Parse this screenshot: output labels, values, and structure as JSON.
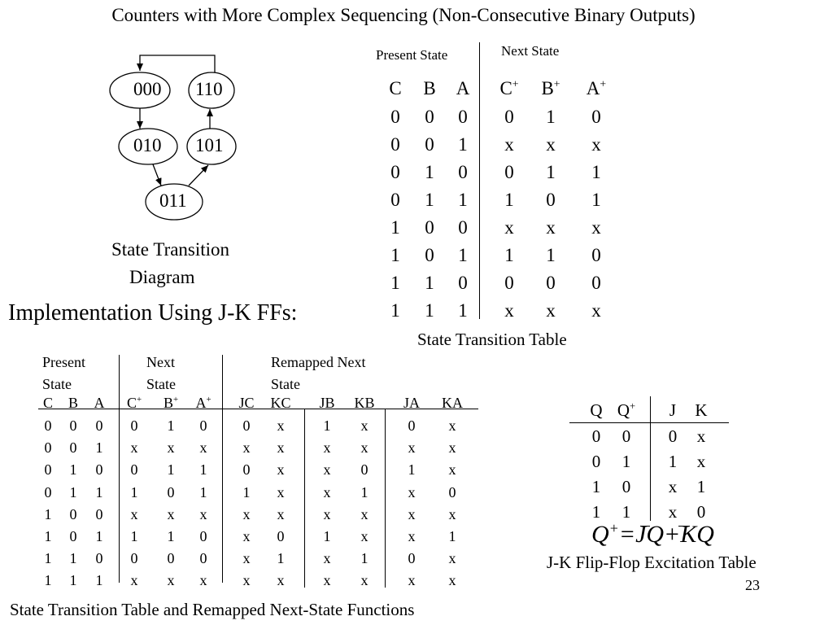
{
  "title": "Counters with More Complex Sequencing (Non-Consecutive Binary Outputs)",
  "diagram": {
    "states": [
      "000",
      "110",
      "010",
      "101",
      "011"
    ],
    "caption_line1": "State Transition",
    "caption_line2": "Diagram"
  },
  "table1": {
    "present_label": "Present  State",
    "next_label": "Next State",
    "columns": [
      "C",
      "B",
      "A",
      "C",
      "B",
      "A"
    ],
    "sup": "+",
    "rows": [
      [
        "0",
        "0",
        "0",
        "0",
        "1",
        "0"
      ],
      [
        "0",
        "0",
        "1",
        "x",
        "x",
        "x"
      ],
      [
        "0",
        "1",
        "0",
        "0",
        "1",
        "1"
      ],
      [
        "0",
        "1",
        "1",
        "1",
        "0",
        "1"
      ],
      [
        "1",
        "0",
        "0",
        "x",
        "x",
        "x"
      ],
      [
        "1",
        "0",
        "1",
        "1",
        "1",
        "0"
      ],
      [
        "1",
        "1",
        "0",
        "0",
        "0",
        "0"
      ],
      [
        "1",
        "1",
        "1",
        "x",
        "x",
        "x"
      ]
    ],
    "caption": "State Transition Table"
  },
  "implementation_heading": "Implementation Using J-K FFs:",
  "table2": {
    "header_present_1": "Present",
    "header_present_2": "State",
    "header_next_1": "Next",
    "header_next_2": "State",
    "header_remap_1": "Remapped Next",
    "header_remap_2": "State",
    "columns": [
      "C",
      "B",
      "A",
      "C",
      "B",
      "A",
      "JC",
      "KC",
      "JB",
      "KB",
      "JA",
      "KA"
    ],
    "sup": "+",
    "rows": [
      [
        "0",
        "0",
        "0",
        "0",
        "1",
        "0",
        "0",
        "x",
        "1",
        "x",
        "0",
        "x"
      ],
      [
        "0",
        "0",
        "1",
        "x",
        "x",
        "x",
        "x",
        "x",
        "x",
        "x",
        "x",
        "x"
      ],
      [
        "0",
        "1",
        "0",
        "0",
        "1",
        "1",
        "0",
        "x",
        "x",
        "0",
        "1",
        "x"
      ],
      [
        "0",
        "1",
        "1",
        "1",
        "0",
        "1",
        "1",
        "x",
        "x",
        "1",
        "x",
        "0"
      ],
      [
        "1",
        "0",
        "0",
        "x",
        "x",
        "x",
        "x",
        "x",
        "x",
        "x",
        "x",
        "x"
      ],
      [
        "1",
        "0",
        "1",
        "1",
        "1",
        "0",
        "x",
        "0",
        "1",
        "x",
        "x",
        "1"
      ],
      [
        "1",
        "1",
        "0",
        "0",
        "0",
        "0",
        "x",
        "1",
        "x",
        "1",
        "0",
        "x"
      ],
      [
        "1",
        "1",
        "1",
        "x",
        "x",
        "x",
        "x",
        "x",
        "x",
        "x",
        "x",
        "x"
      ]
    ],
    "caption": "State Transition Table and Remapped Next-State Functions"
  },
  "table3": {
    "columns": [
      "Q",
      "Q",
      "J",
      "K"
    ],
    "sup": "+",
    "rows": [
      [
        "0",
        "0",
        "0",
        "x"
      ],
      [
        "0",
        "1",
        "1",
        "x"
      ],
      [
        "1",
        "0",
        "x",
        "1"
      ],
      [
        "1",
        "1",
        "x",
        "0"
      ]
    ],
    "caption": "J-K Flip-Flop Excitation Table"
  },
  "equation": {
    "lhs": "Q",
    "sup": "+",
    "rhs": "=JQ+KQ"
  },
  "page_number": "23"
}
